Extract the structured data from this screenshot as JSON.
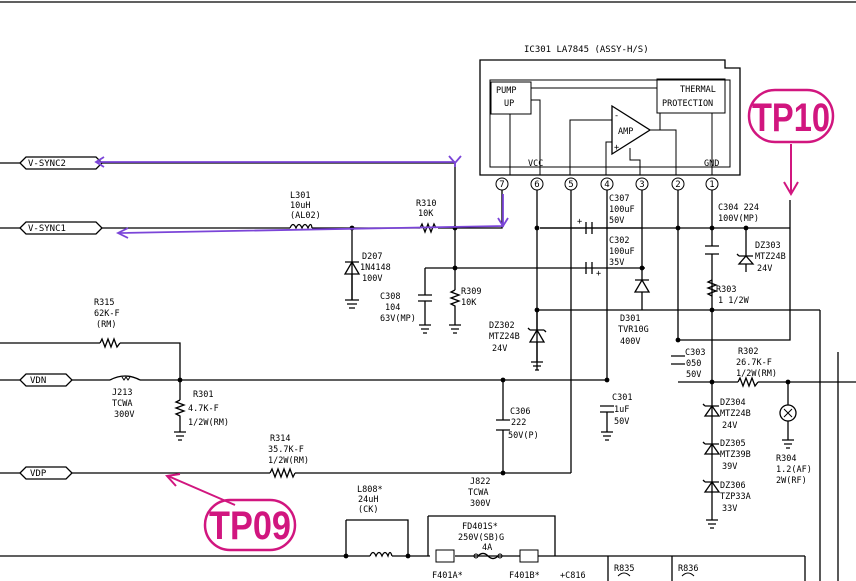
{
  "ic": {
    "title": "IC301  LA7845  (ASSY-H/S)",
    "pump_line1": "PUMP",
    "pump_line2": "UP",
    "thermal_line1": "THERMAL",
    "thermal_line2": "PROTECTION",
    "amp": "AMP",
    "vcc": "VCC",
    "gnd": "GND",
    "pins": [
      "7",
      "6",
      "5",
      "4",
      "3",
      "2",
      "1"
    ]
  },
  "connectors": {
    "vsync2": "V-SYNC2",
    "vsync1": "V-SYNC1",
    "vdn": "VDN",
    "vdp": "VDP"
  },
  "test_points": {
    "tp10": "TP10",
    "tp09": "TP09"
  },
  "components": {
    "l301": [
      "L301",
      "10uH",
      "(AL02)"
    ],
    "r310": [
      "R310",
      "10K"
    ],
    "d207": [
      "D207",
      "1N4148",
      "100V"
    ],
    "c308": [
      "C308",
      "104",
      "63V(MP)"
    ],
    "r309": [
      "R309",
      "10K"
    ],
    "r315": [
      "R315",
      "62K-F",
      "(RM)"
    ],
    "j213": [
      "J213",
      "TCWA",
      "300V"
    ],
    "r301": [
      "R301",
      "4.7K-F",
      "1/2W(RM)"
    ],
    "r314": [
      "R314",
      "35.7K-F",
      "1/2W(RM)"
    ],
    "c306": [
      "C306",
      "222",
      "50V(P)"
    ],
    "dz302": [
      "DZ302",
      "MTZ24B",
      "24V"
    ],
    "c307": [
      "C307",
      "100uF",
      "50V"
    ],
    "c302": [
      "C302",
      "100uF",
      "35V"
    ],
    "d301": [
      "D301",
      "TVR10G",
      "400V"
    ],
    "c301": [
      "C301",
      "1uF",
      "50V"
    ],
    "c303": [
      "C303",
      "050",
      "50V"
    ],
    "c304": [
      "C304  224",
      "100V(MP)"
    ],
    "dz303": [
      "DZ303",
      "MTZ24B",
      "24V"
    ],
    "r303": [
      "R303",
      "1  1/2W"
    ],
    "r302": [
      "R302",
      "26.7K-F",
      "1/2W(RM)"
    ],
    "dz304": [
      "DZ304",
      "MTZ24B",
      "24V"
    ],
    "dz305": [
      "DZ305",
      "MTZ39B",
      "39V"
    ],
    "dz306": [
      "DZ306",
      "TZP33A",
      "33V"
    ],
    "r304": [
      "R304",
      "1.2(AF)",
      "2W(RF)"
    ],
    "l808": [
      "L808*",
      "24uH",
      "(CK)"
    ],
    "j822": [
      "J822",
      "TCWA",
      "300V"
    ],
    "fd401": [
      "FD401S*",
      "250V(SB)G",
      "4A"
    ],
    "f401a": "F401A*",
    "f401b": "F401B*",
    "c816": "+C816",
    "r835": "R835",
    "r836": "R836"
  },
  "colors": {
    "purple_arrow": "#7b45d8",
    "magenta_callout": "#d1167f"
  }
}
